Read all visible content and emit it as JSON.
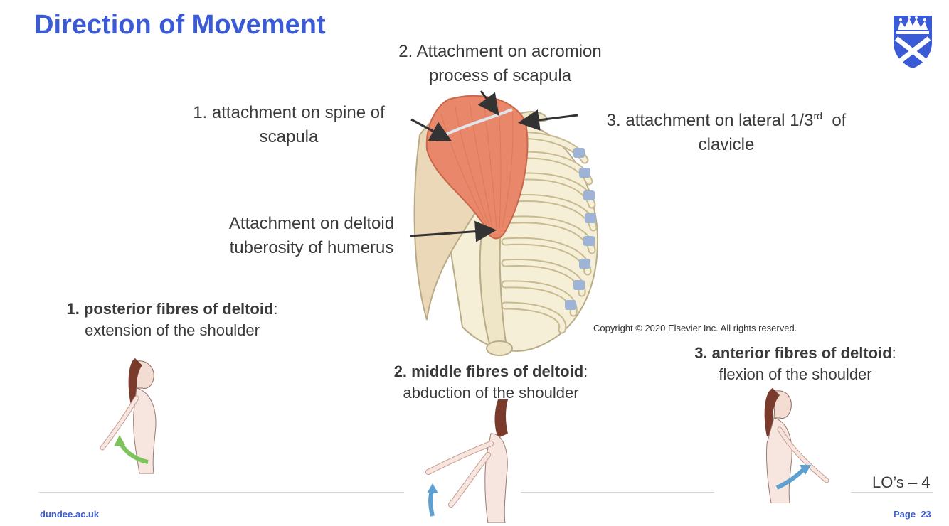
{
  "slide": {
    "title": "Direction of Movement",
    "footer_left": "dundee.ac.uk",
    "footer_page_label": "Page",
    "footer_page_number": "23",
    "lo_label": "LO’s – 4",
    "copyright": "Copyright © 2020 Elsevier Inc. All rights reserved."
  },
  "labels": {
    "acromion_line1": "2. Attachment on acromion",
    "acromion_line2": "process of scapula",
    "spine_line1": "1. attachment on spine of",
    "spine_line2": "scapula",
    "clavicle_prefix": "3. attachment on lateral 1/3",
    "clavicle_sup": "rd",
    "clavicle_suffix": "of",
    "clavicle_line2": "clavicle",
    "tuberosity_line1": "Attachment on deltoid",
    "tuberosity_line2": "tuberosity of humerus"
  },
  "fibres": {
    "posterior_title": "1. posterior fibres of deltoid",
    "posterior_desc": "extension of the shoulder",
    "middle_title": "2. middle fibres of deltoid",
    "middle_desc": "abduction of the shoulder",
    "anterior_title": "3. anterior fibres of deltoid",
    "anterior_desc": "flexion of the shoulder",
    "colon": ":"
  },
  "colors": {
    "title_blue": "#3b5bd6",
    "muscle": "#e8876a",
    "bone": "#efe6c8",
    "cartilage": "#9fb4d4",
    "arrow_green": "#7cc35a",
    "arrow_blue": "#5fa0d0"
  },
  "icons": {
    "logo": "university-crest-icon"
  }
}
